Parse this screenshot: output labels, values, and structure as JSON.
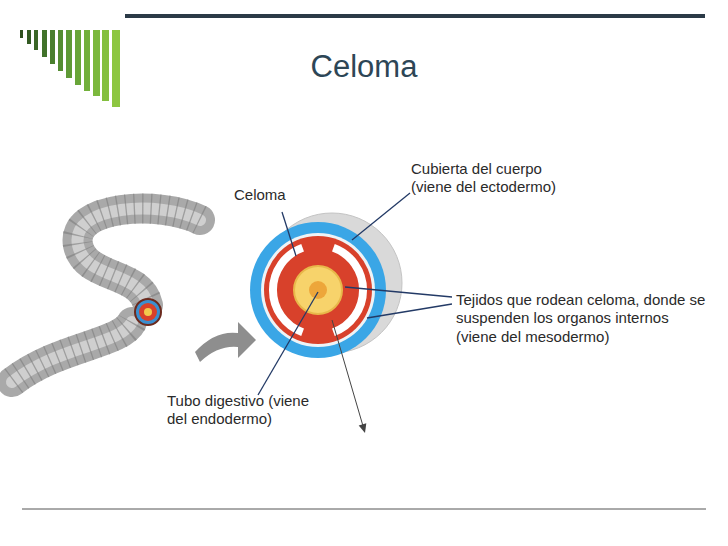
{
  "diagram": {
    "title": "Celoma",
    "labels": [
      "Celoma",
      "Cubierta del cuerpo (viene del ectodermo)",
      "Tejidos que rodean celoma, donde se suspenden los organos internos (viene del mesodermo)",
      "Tubo digestivo (viene del endodermo)"
    ]
  }
}
